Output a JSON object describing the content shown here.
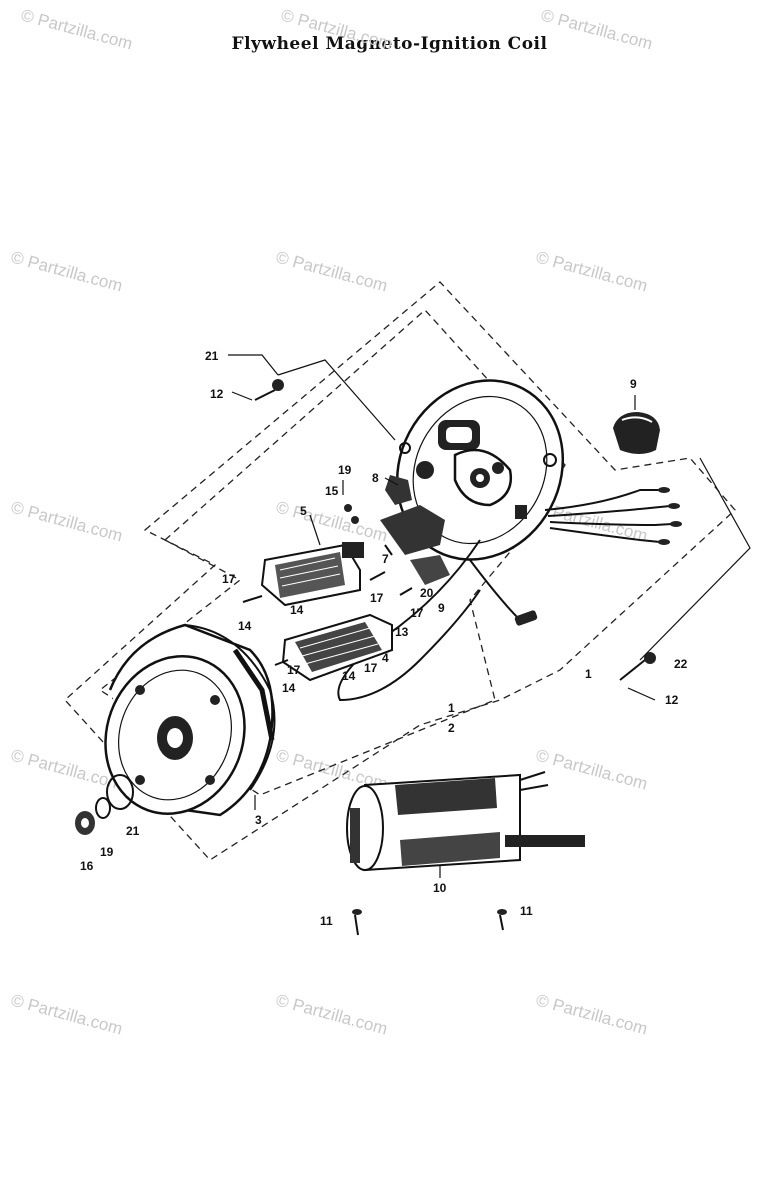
{
  "title": "Flywheel Magneto-Ignition Coil",
  "watermark": "© Partzilla.com",
  "colors": {
    "ink": "#111111",
    "watermark": "#c8c8c8",
    "background": "#ffffff"
  },
  "labels": {
    "l21a": "21",
    "l12a": "12",
    "l9a": "9",
    "l19a": "19",
    "l15": "15",
    "l8": "8",
    "l5": "5",
    "l7": "7",
    "l17a": "17",
    "l14a": "14",
    "l14b": "14",
    "l17b": "17",
    "l17c": "17",
    "l20": "20",
    "l9b": "9",
    "l13": "13",
    "l17d": "17",
    "l4": "4",
    "l17e": "17",
    "l14c": "14",
    "l14d": "14",
    "l1a": "1",
    "l22": "22",
    "l12b": "12",
    "l1b": "1",
    "l2": "2",
    "l3": "3",
    "l21b": "21",
    "l19b": "19",
    "l16": "16",
    "l10": "10",
    "l11a": "11",
    "l11b": "11"
  }
}
